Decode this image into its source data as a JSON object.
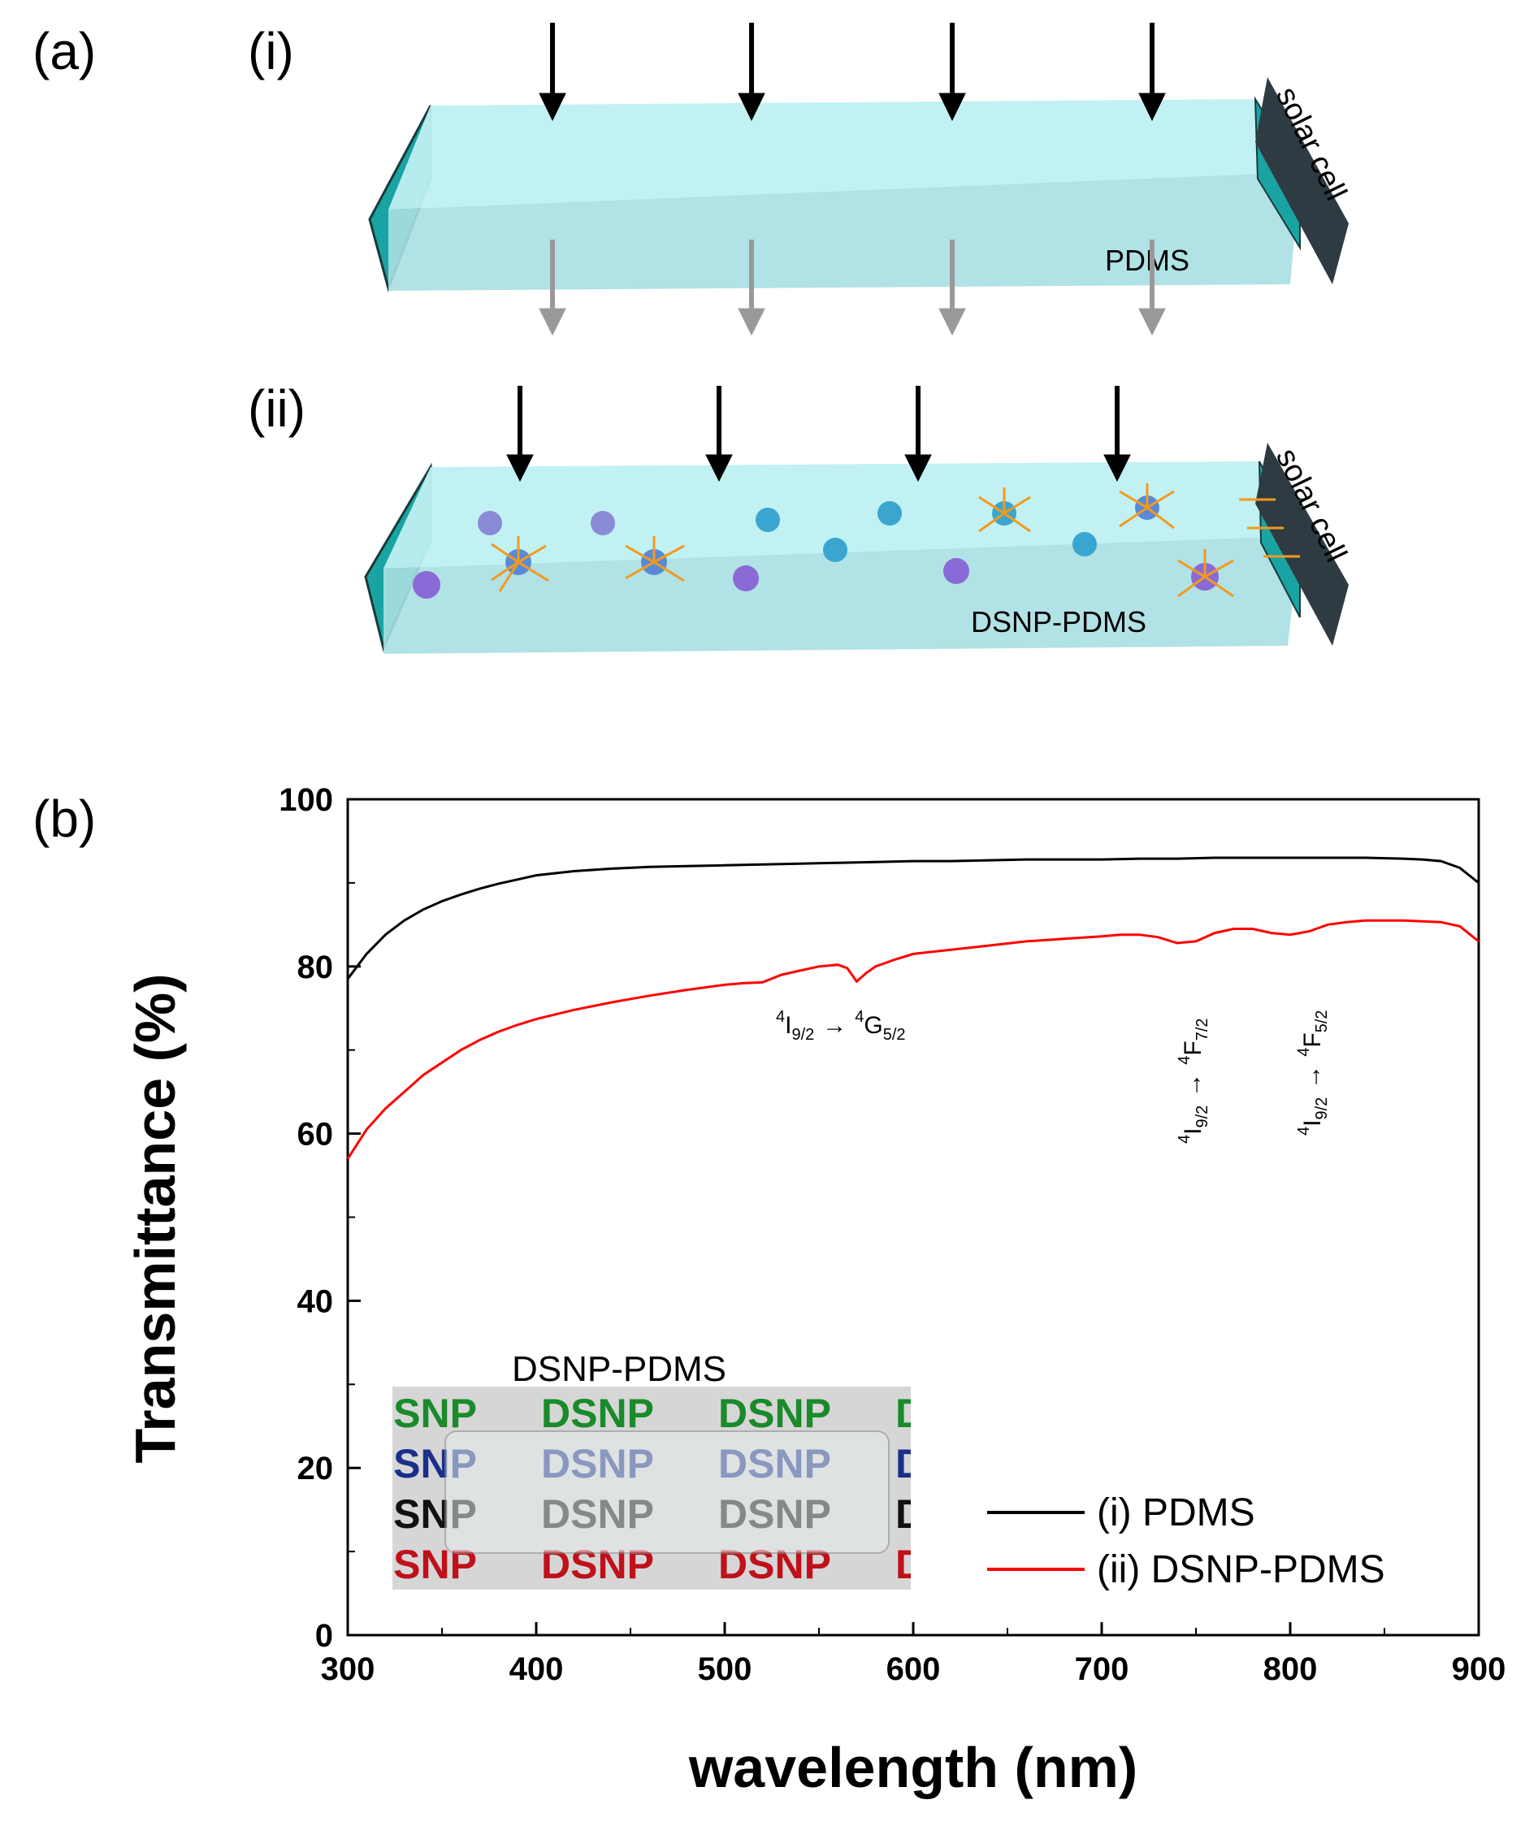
{
  "panels": {
    "a": "(a)",
    "b": "(b)",
    "i": "(i)",
    "ii": "(ii)"
  },
  "schematic": {
    "slab_i_label": "PDMS",
    "slab_ii_label": "DSNP-PDMS",
    "solar_cell_label": "solar cell",
    "colors": {
      "slab": "#a8e6ea",
      "slab_edge": "#1aa3a3",
      "solar_cell": "#2f3b42",
      "particle_blue": "#3aa6d0",
      "particle_purple": "#8a6ad6",
      "emission": "#f39a1e",
      "arrow_in": "#000000",
      "arrow_out": "#999999"
    }
  },
  "inset": {
    "title": "DSNP-PDMS",
    "word": "DSNP",
    "row_colors": [
      "#1a8a2a",
      "#1b2f8a",
      "#111111",
      "#c0101a"
    ]
  },
  "annotations": [
    {
      "prefix": "4",
      "level": "I",
      "level_sub": "9/2",
      "arrow": "→",
      "target_prefix": "4",
      "target": "G",
      "target_sub": "5/2"
    },
    {
      "prefix": "4",
      "level": "I",
      "level_sub": "9/2",
      "arrow": "→",
      "target_prefix": "4",
      "target": "F",
      "target_sub": "7/2"
    },
    {
      "prefix": "4",
      "level": "I",
      "level_sub": "9/2",
      "arrow": "→",
      "target_prefix": "4",
      "target": "F",
      "target_sub": "5/2"
    }
  ],
  "chart_data": {
    "type": "line",
    "title": "",
    "xlabel": "wavelength  (nm)",
    "ylabel": "Transmittance  (%)",
    "xlim": [
      300,
      900
    ],
    "ylim": [
      0,
      100
    ],
    "xticks": [
      300,
      400,
      500,
      600,
      700,
      800,
      900
    ],
    "yticks": [
      0,
      20,
      40,
      60,
      80,
      100
    ],
    "grid": false,
    "legend_position": "bottom-right",
    "series": [
      {
        "name": "(i) PDMS",
        "color": "#000000",
        "x": [
          300,
          310,
          320,
          330,
          340,
          350,
          360,
          370,
          380,
          390,
          400,
          420,
          440,
          460,
          480,
          500,
          520,
          540,
          560,
          580,
          600,
          620,
          640,
          660,
          680,
          700,
          720,
          740,
          760,
          780,
          800,
          820,
          840,
          860,
          870,
          880,
          890,
          900
        ],
        "y": [
          78.5,
          81.5,
          83.8,
          85.5,
          86.8,
          87.8,
          88.6,
          89.3,
          89.9,
          90.4,
          90.9,
          91.4,
          91.7,
          91.9,
          92.0,
          92.1,
          92.2,
          92.3,
          92.4,
          92.5,
          92.6,
          92.6,
          92.7,
          92.8,
          92.8,
          92.8,
          92.9,
          92.9,
          93.0,
          93.0,
          93.0,
          93.0,
          93.0,
          92.9,
          92.8,
          92.6,
          91.8,
          90.0
        ]
      },
      {
        "name": "(ii) DSNP-PDMS",
        "color": "#ff0000",
        "x": [
          300,
          310,
          320,
          330,
          340,
          350,
          360,
          370,
          380,
          390,
          400,
          420,
          440,
          460,
          480,
          500,
          510,
          520,
          530,
          540,
          550,
          560,
          565,
          570,
          575,
          580,
          590,
          600,
          620,
          640,
          660,
          680,
          700,
          710,
          720,
          730,
          740,
          750,
          760,
          770,
          780,
          790,
          800,
          810,
          820,
          830,
          840,
          860,
          880,
          890,
          900
        ],
        "y": [
          57.0,
          60.5,
          63.0,
          65.0,
          67.0,
          68.5,
          70.0,
          71.2,
          72.2,
          73.0,
          73.7,
          74.8,
          75.7,
          76.5,
          77.2,
          77.8,
          78.0,
          78.1,
          79.0,
          79.5,
          80.0,
          80.2,
          79.8,
          78.2,
          79.2,
          80.0,
          80.8,
          81.5,
          82.0,
          82.5,
          83.0,
          83.3,
          83.6,
          83.8,
          83.8,
          83.5,
          82.8,
          83.0,
          84.0,
          84.5,
          84.5,
          84.0,
          83.8,
          84.2,
          85.0,
          85.3,
          85.5,
          85.5,
          85.3,
          84.8,
          83.0
        ]
      }
    ]
  }
}
